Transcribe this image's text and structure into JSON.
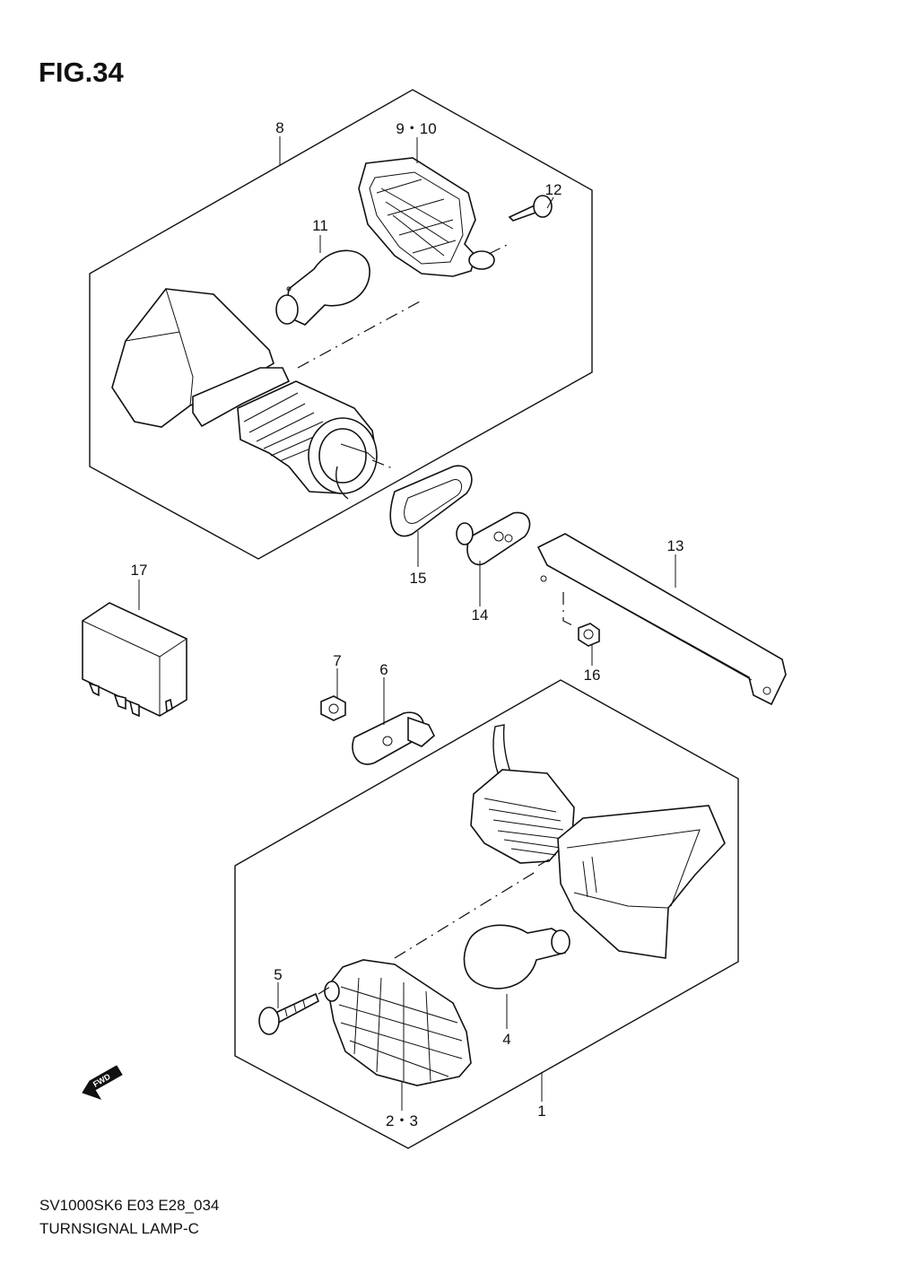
{
  "figure": {
    "title": "FIG.34"
  },
  "callouts": [
    {
      "id": "c8",
      "label": "8"
    },
    {
      "id": "c9",
      "label": "9・10"
    },
    {
      "id": "c12",
      "label": "12"
    },
    {
      "id": "c11",
      "label": "11"
    },
    {
      "id": "c17",
      "label": "17"
    },
    {
      "id": "c13",
      "label": "13"
    },
    {
      "id": "c15",
      "label": "15"
    },
    {
      "id": "c14",
      "label": "14"
    },
    {
      "id": "c7",
      "label": "7"
    },
    {
      "id": "c6",
      "label": "6"
    },
    {
      "id": "c16",
      "label": "16"
    },
    {
      "id": "c5",
      "label": "5"
    },
    {
      "id": "c4",
      "label": "4"
    },
    {
      "id": "c23",
      "label": "2・3"
    },
    {
      "id": "c1",
      "label": "1"
    }
  ],
  "direction_badge": "FWD",
  "footer": {
    "model_code": "SV1000SK6 E03 E28_034",
    "section_name": "TURNSIGNAL LAMP-C"
  }
}
